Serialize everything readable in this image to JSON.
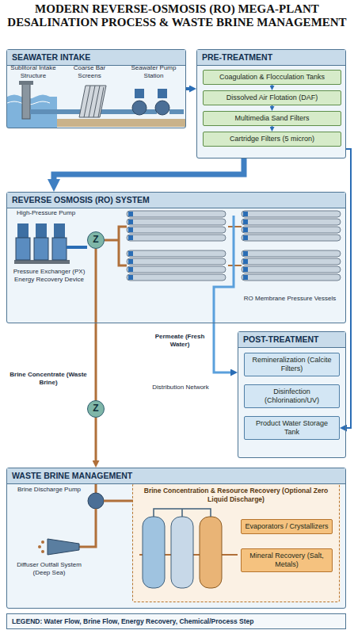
{
  "diagram": {
    "title": "MODERN REVERSE-OSMOSIS (RO) MEGA-PLANT DESALINATION PROCESS & WASTE BRINE MANAGEMENT",
    "nodes": [
      {
        "text": [
          "SEAWATER INTAKE"
        ]
      },
      {
        "text": [
          "PRE-TREATMENT"
        ]
      },
      {
        "text": [
          "Coagulation & Flocculation Tanks"
        ],
        "in": 1
      },
      {
        "text": [
          "Dissolved Air Flotation (DAF)"
        ],
        "in": 1
      },
      {
        "text": [
          "Multimedia Sand Filters"
        ],
        "in": 1
      },
      {
        "text": [
          "Cartridge Filters (5 micron)"
        ],
        "in": 1
      },
      {
        "text": [
          "REVERSE OSMOSIS (RO) SYSTEM"
        ]
      },
      {
        "text": [
          "POST-TREATMENT"
        ]
      },
      {
        "text": [
          "Remineralization (Calcite Filters)"
        ],
        "in": 7
      },
      {
        "text": [
          "Disinfection (Chlorination/UV)"
        ],
        "in": 7
      },
      {
        "text": [
          "Product Water Storage Tank"
        ],
        "in": 7
      },
      {
        "text": [
          "WASTE BRINE MANAGEMENT"
        ]
      },
      {
        "text": [
          "Brine Concentration & Resource Recovery (Optional Zero Liquid Discharge)"
        ],
        "in": 11
      },
      {
        "text": [
          "Evaporators / Crystallizers"
        ],
        "in": 12
      },
      {
        "text": [
          "Mineral Recovery (Salt, Metals)"
        ],
        "in": 12
      }
    ],
    "edges": [
      {
        "from": 0,
        "to": 1,
        "arrow": "to"
      },
      {
        "from": 2,
        "to": 3,
        "arrow": "to"
      },
      {
        "from": 3,
        "to": 4,
        "arrow": "to"
      },
      {
        "from": 4,
        "to": 5,
        "arrow": "to"
      },
      {
        "from": 1,
        "to": 6,
        "arrow": "to"
      },
      {
        "from": 1,
        "to": 10,
        "arrow": "to"
      },
      {
        "from": 6,
        "to": 7,
        "label": "Permeate (Fresh Water)",
        "arrow": "to"
      },
      {
        "from": 6,
        "to": 11,
        "label": "Brine Concentrate (Waste Brine)",
        "arrow": "to"
      }
    ],
    "labels": [
      "Sublitoral Intake Structure",
      "Coarse Bar Screens",
      "Seawater Pump Station",
      "High-Pressure Pump",
      "Z",
      "Pressure Exchanger (PX) Energy Recovery Device",
      "RO Membrane Pressure Vessels",
      "Z",
      "Distribution Network",
      "Brine Discharge Pump",
      "Diffuser Outfall System (Deep Sea)"
    ],
    "legend": [
      {
        "text": "LEGEND: Water Flow, Brine Flow, Energy Recovery, Chemical/Process Step"
      }
    ]
  }
}
